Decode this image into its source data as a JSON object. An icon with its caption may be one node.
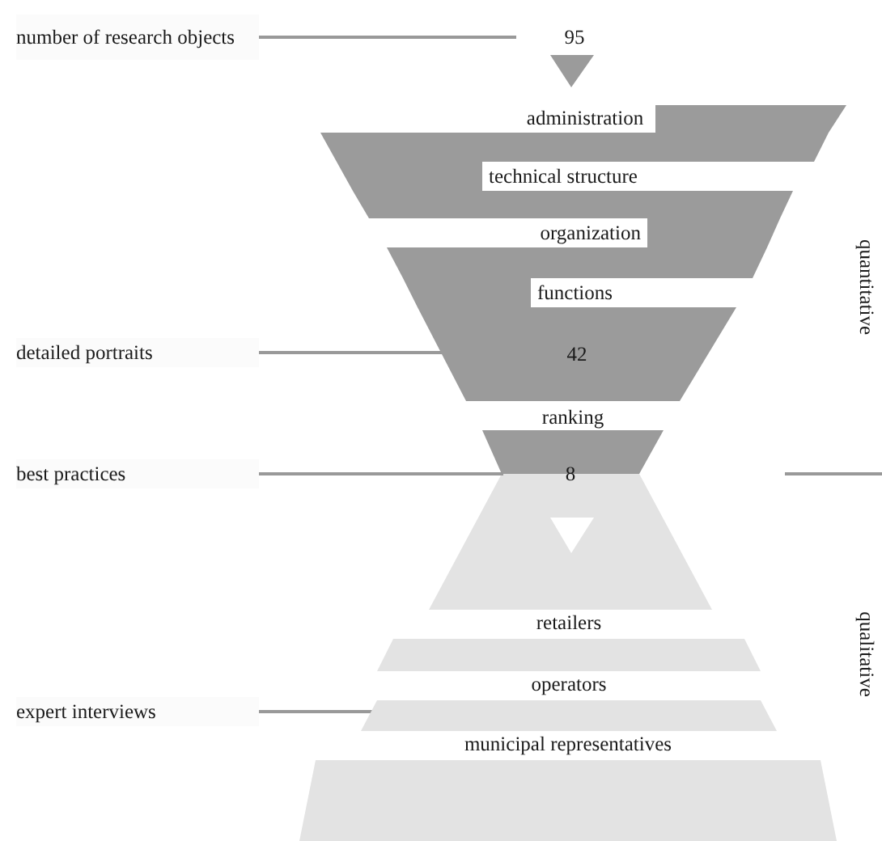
{
  "diagram": {
    "nodes": [
      {
        "text": [
          "number of research objects"
        ]
      },
      {
        "text": [
          "95"
        ]
      },
      {
        "text": [
          "administration"
        ]
      },
      {
        "text": [
          "technical structure"
        ]
      },
      {
        "text": [
          "organization"
        ]
      },
      {
        "text": [
          "functions"
        ]
      },
      {
        "text": [
          "42"
        ]
      },
      {
        "text": [
          "ranking"
        ]
      },
      {
        "text": [
          "8"
        ]
      },
      {
        "text": [
          "retailers"
        ]
      },
      {
        "text": [
          "operators"
        ]
      },
      {
        "text": [
          "municipal representatives"
        ]
      },
      {
        "text": [
          "detailed portraits"
        ]
      },
      {
        "text": [
          "best practices"
        ]
      },
      {
        "text": [
          "expert interviews"
        ]
      }
    ],
    "edges": [
      {
        "from": 0,
        "to": 1,
        "arrow": "none"
      },
      {
        "from": 12,
        "to": 6,
        "arrow": "none"
      },
      {
        "from": 13,
        "to": 8,
        "arrow": "none"
      },
      {
        "from": 14,
        "to": 10,
        "arrow": "none"
      }
    ],
    "labels": [
      "quantitative",
      "qualitative"
    ]
  }
}
